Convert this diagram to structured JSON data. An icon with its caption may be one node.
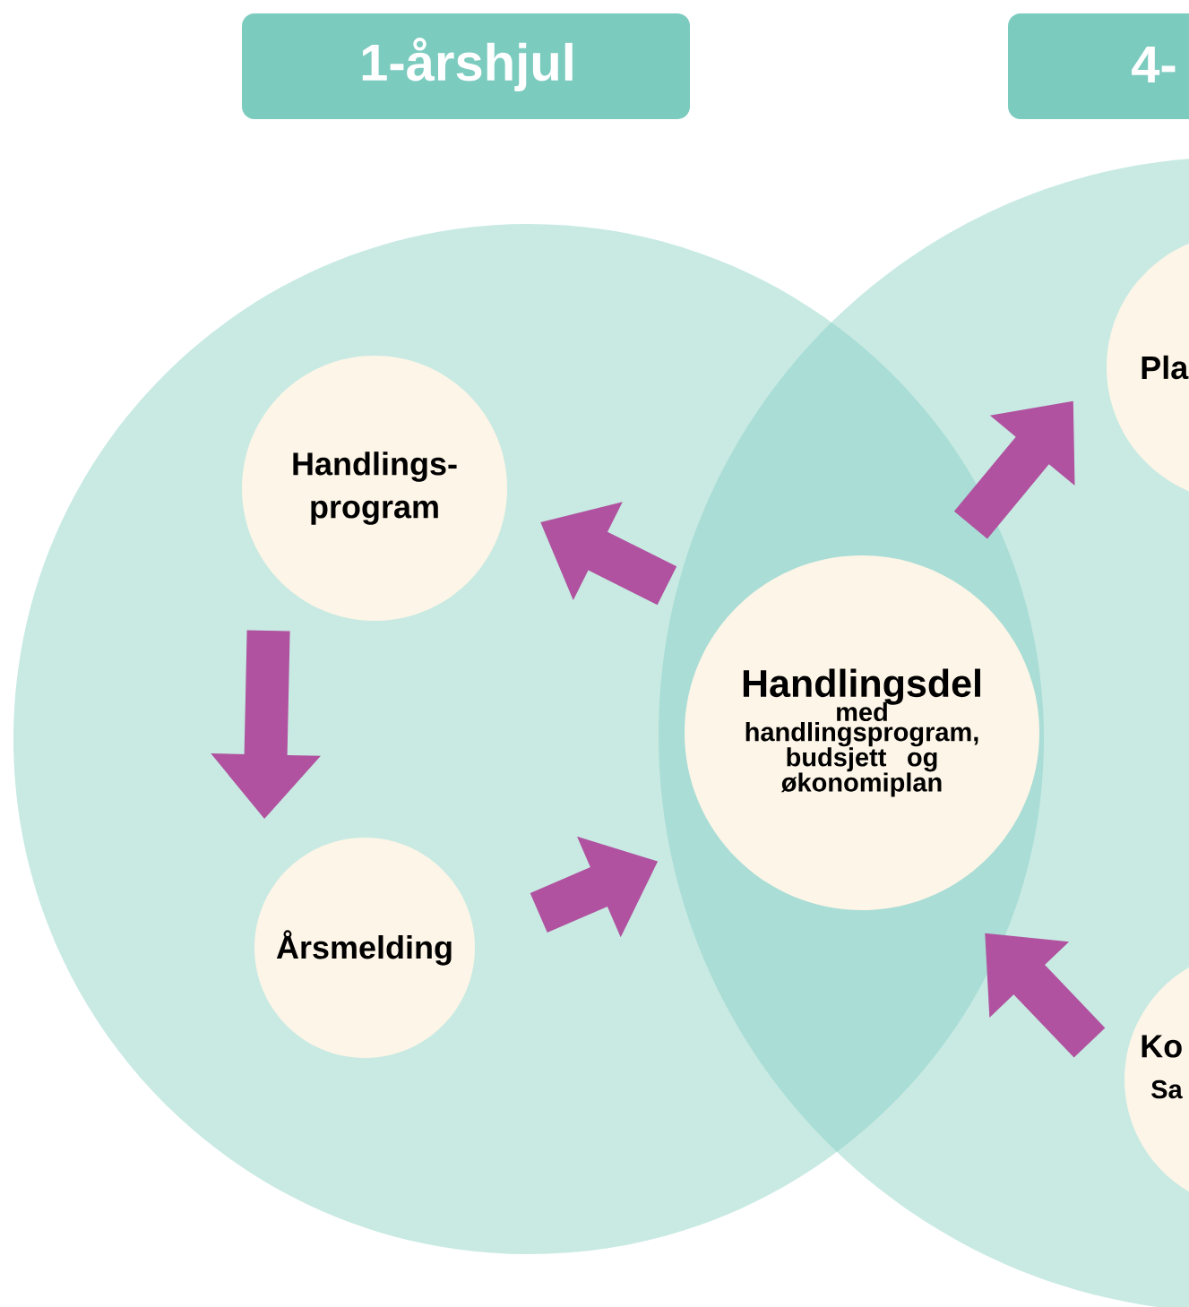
{
  "diagram": {
    "nodes": [
      {
        "text": [
          "1-årshjul"
        ]
      },
      {
        "text": [
          "4-"
        ]
      },
      {
        "text": [
          "Handlings- program"
        ]
      },
      {
        "text": [
          "Årsmelding"
        ]
      },
      {
        "text": [
          "Handlingsdel",
          "med handlingsprogram, budsjett og økonomiplan"
        ]
      },
      {
        "text": [
          "Pla"
        ]
      },
      {
        "text": [
          "Ko",
          "Sa"
        ]
      }
    ],
    "edges": [
      {
        "from": 4,
        "to": 2,
        "arrow": "to"
      },
      {
        "from": 2,
        "to": 3,
        "arrow": "to"
      },
      {
        "from": 3,
        "to": 4,
        "arrow": "to"
      },
      {
        "from": 4,
        "to": 5,
        "arrow": "to"
      },
      {
        "from": 6,
        "to": 4,
        "arrow": "to"
      }
    ]
  }
}
